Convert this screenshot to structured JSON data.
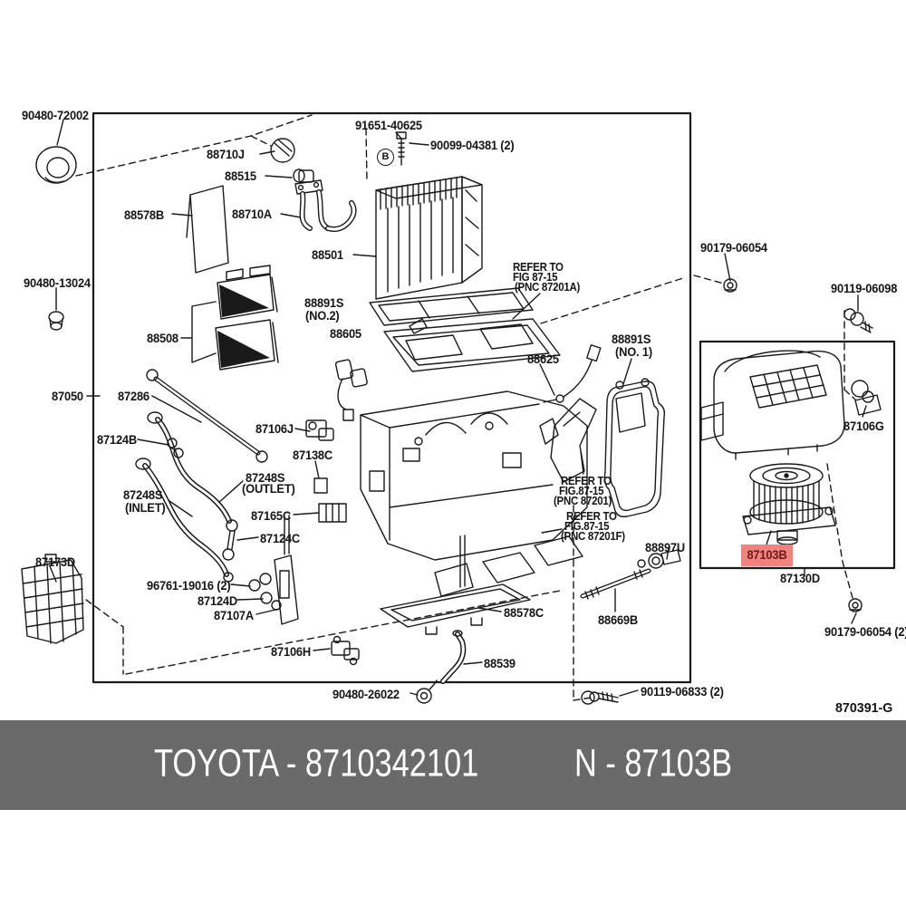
{
  "figure": {
    "code": "870391-G",
    "callout_b": "B",
    "parts": {
      "g90480_72002": "90480-72002",
      "g88710J": "88710J",
      "g88515": "88515",
      "g88578B": "88578B",
      "g88710A": "88710A",
      "g91651_40625": "91651-40625",
      "g90099_04381": "90099-04381 (2)",
      "g88501": "88501",
      "g90480_13024": "90480-13024",
      "g88508": "88508",
      "g88891S_no2": "88891S",
      "g88891S_no2_sub": "(NO.2)",
      "g88605": "88605",
      "g87050": "87050",
      "g87286": "87286",
      "g87106J": "87106J",
      "g87124B": "87124B",
      "g87138C": "87138C",
      "g87248S_out": "87248S",
      "g87248S_out_sub": "(OUTLET)",
      "g87248S_in": "87248S",
      "g87248S_in_sub": "(INLET)",
      "g87165C": "87165C",
      "g87124C": "87124C",
      "g96761_19016": "96761-19016 (2)",
      "g87124D": "87124D",
      "g87107A": "87107A",
      "g87173D": "87173D",
      "g87106H": "87106H",
      "g88578C": "88578C",
      "g88539": "88539",
      "g90480_26022": "90480-26022",
      "g90119_06833": "90119-06833 (2)",
      "g88669B": "88669B",
      "g88897U": "88897U",
      "g88891S_no1": "88891S",
      "g88891S_no1_sub": "(NO. 1)",
      "g88625": "88625",
      "g90179_06054": "90179-06054",
      "g90119_06098": "90119-06098",
      "g87106G": "87106G",
      "g87103B": "87103B",
      "g87130D": "87130D",
      "g90179_06054_2": "90179-06054 (2)"
    },
    "notes": {
      "refer1": [
        "REFER TO",
        "FIG 87-15",
        "(PNC 87201A)"
      ],
      "refer2": [
        "REFER TO",
        "FIG.87-15",
        "(PNC 87201)"
      ],
      "refer3": [
        "REFER TO",
        "FIG.87-15",
        "(PNC 87201F)"
      ]
    },
    "colors": {
      "highlight_bg": "#f1827d",
      "highlight_fg": "#6e1b1b",
      "line": "#161616"
    }
  },
  "banner": {
    "left": "TOYOTA - 8710342101",
    "right": "N - 87103B",
    "bg": "#6a6a6a",
    "fg": "#ffffff"
  }
}
